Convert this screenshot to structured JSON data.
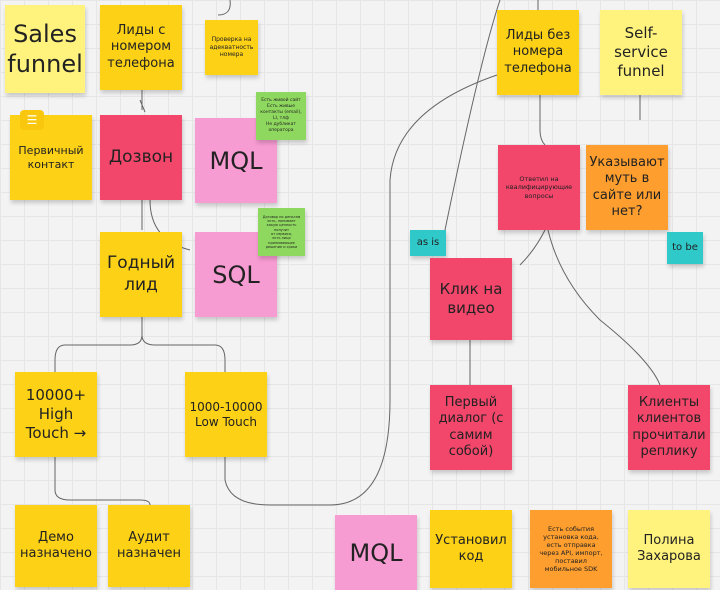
{
  "board": {
    "left": {
      "sales_funnel": "Sales\nfunnel",
      "leads_with_phone": "Лиды с\nномером\nтелефона",
      "phone_check": "Проверка на\nадекватность\nномера",
      "first_contact": "Первичный\nконтакт",
      "dial": "Дозвон",
      "mql": "MQL",
      "mql_note": "Есть живой сайт\nЕсть живые\nконтакты (email),\nLI, тлф\nНе дубликат\nоператора",
      "good_lead": "Годный\nлид",
      "sql": "SQL",
      "sql_note": "Договор по деньгам\nесть, понимает\nкакую ценность получит\nот сервиса,\nесть лицо принимающее\nрешение и сроки",
      "high_touch": "10000+\nHigh\nTouch →",
      "low_touch": "1000-10000\nLow Touch",
      "demo": "Демо\nназначено",
      "audit": "Аудит\nназначен"
    },
    "right": {
      "leads_no_phone": "Лиды без\nномера\nтелефона",
      "self_service": "Self-\nservice\nfunnel",
      "answered": "Ответил на\nквалифицирующие\nвопросы",
      "site_question": "Указывают\nмуть в\nсайте или\nнет?",
      "as_is": "as is",
      "to_be": "to be",
      "video_click": "Клик на\nвидео",
      "first_dialog": "Первый\nдиалог (с\nсамим\nсобой)",
      "clients_read": "Клиенты\nклиентов\nпрочитали\nреплику",
      "mql": "MQL",
      "installed_code": "Установил\nкод",
      "events": "Есть события\nустановка кода,\nесть отправка\nчерез API, импорт,\nпоставил\nмобильное SDK",
      "author": "Полина\nЗахарова"
    }
  }
}
